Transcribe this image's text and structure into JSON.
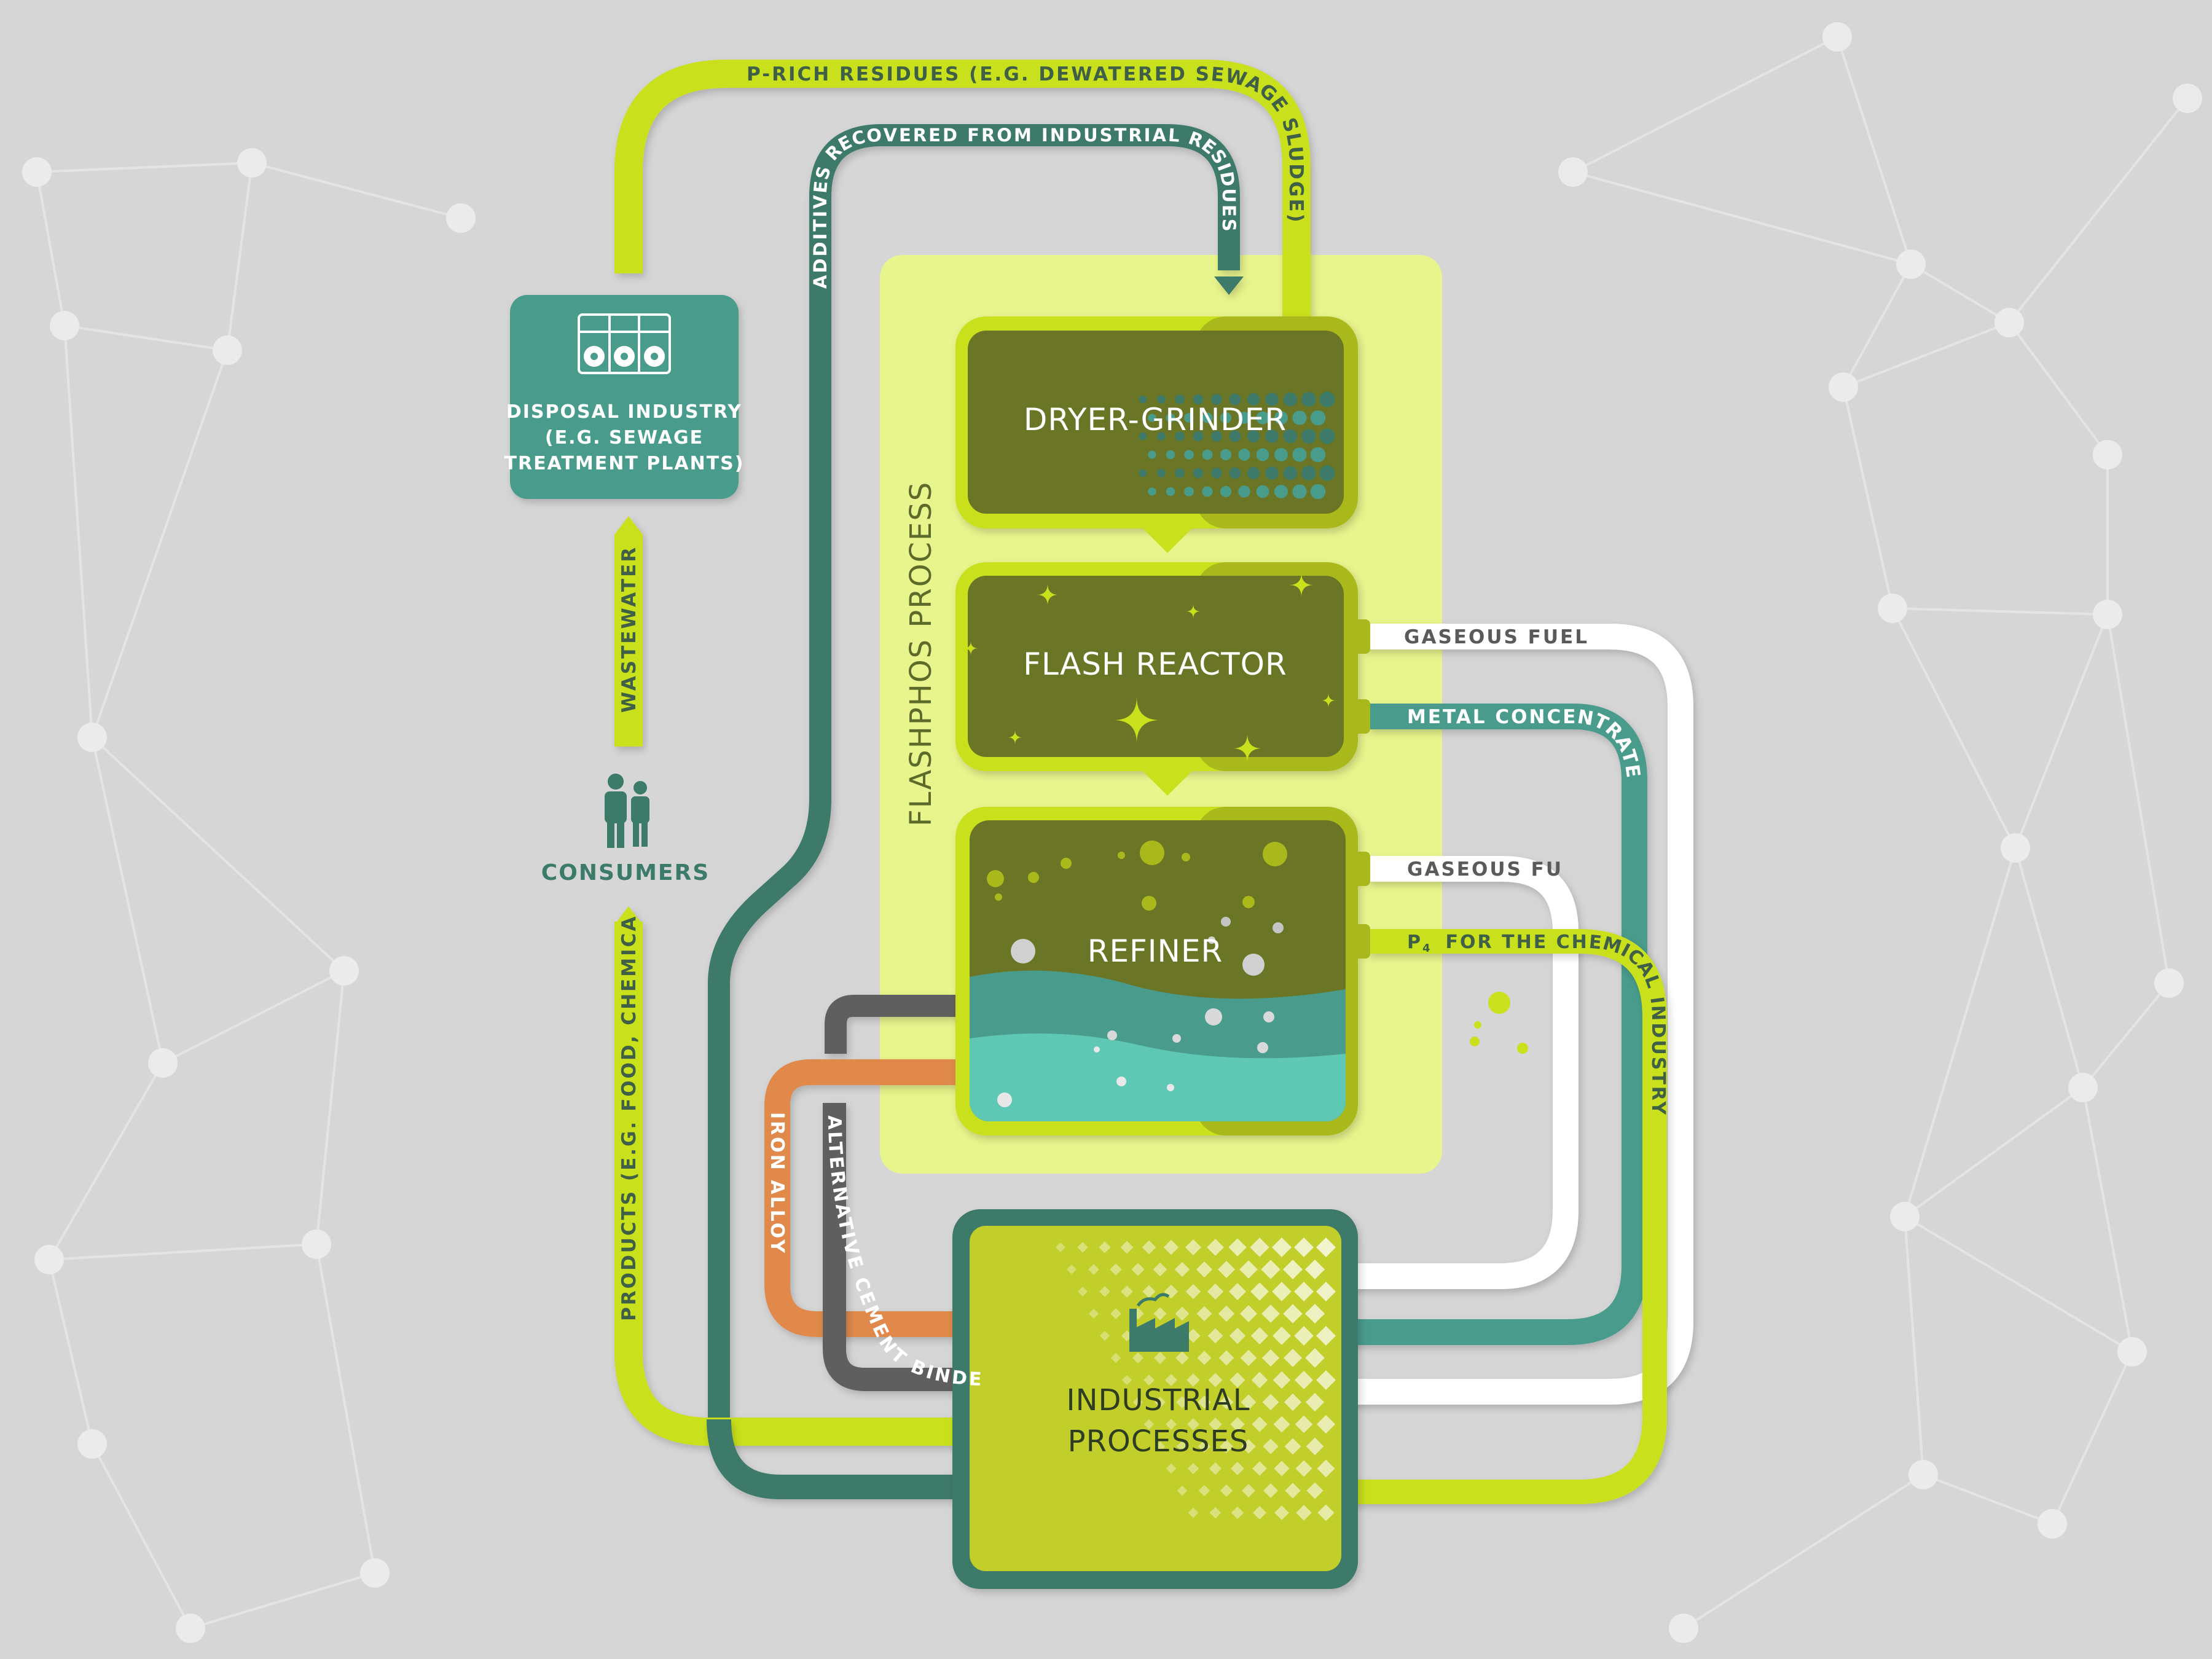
{
  "colors": {
    "background": "#d6d6d6",
    "network_line": "#e6e6e6",
    "lime": "#c9e01c",
    "light_lime_panel": "#e8f48c",
    "teal_dark": "#3c7a6a",
    "teal": "#4a9c8c",
    "olive": "#6b7526",
    "olive_frame": "#a9b91d",
    "orange": "#e0894b",
    "gray": "#5f5f5f",
    "white": "#ffffff",
    "aqua": "#5fc8b5"
  },
  "icons": {
    "disposal": "control-panel-icon",
    "consumers": "people-icon",
    "industrial": "factory-icon"
  },
  "nodes": {
    "disposal": {
      "lines": [
        "DISPOSAL INDUSTRY",
        "(E.G. SEWAGE",
        "TREATMENT PLANTS)"
      ]
    },
    "consumers": {
      "label": "CONSUMERS"
    },
    "flashphos": {
      "label": "FLASHPHOS PROCESS"
    },
    "dryer": {
      "label": "DRYER-GRINDER"
    },
    "reactor": {
      "label": "FLASH REACTOR"
    },
    "refiner": {
      "label": "REFINER"
    },
    "industrial": {
      "line1": "INDUSTRIAL",
      "line2": "PROCESSES"
    }
  },
  "flows": {
    "p_rich": "P-RICH RESIDUES (E.G. DEWATERED SEWAGE SLUDGE)",
    "additives": "ADDITIVES RECOVERED FROM INDUSTRIAL RESIDUES",
    "wastewater": "WASTEWATER",
    "products": "PRODUCTS (E.G. FOOD, CHEMICALS)",
    "gaseous_fuel_1": "GASEOUS FUEL",
    "metal_concentrate": "METAL CONCENTRATE",
    "gaseous_fuel_2": "GASEOUS FUEL",
    "p4_symbol": "P",
    "p4_subscript": "4",
    "p4_rest": "FOR THE CHEMICAL INDUSTRY",
    "iron_alloy": "IRON ALLOY",
    "cement_binder": "ALTERNATIVE CEMENT BINDER"
  }
}
